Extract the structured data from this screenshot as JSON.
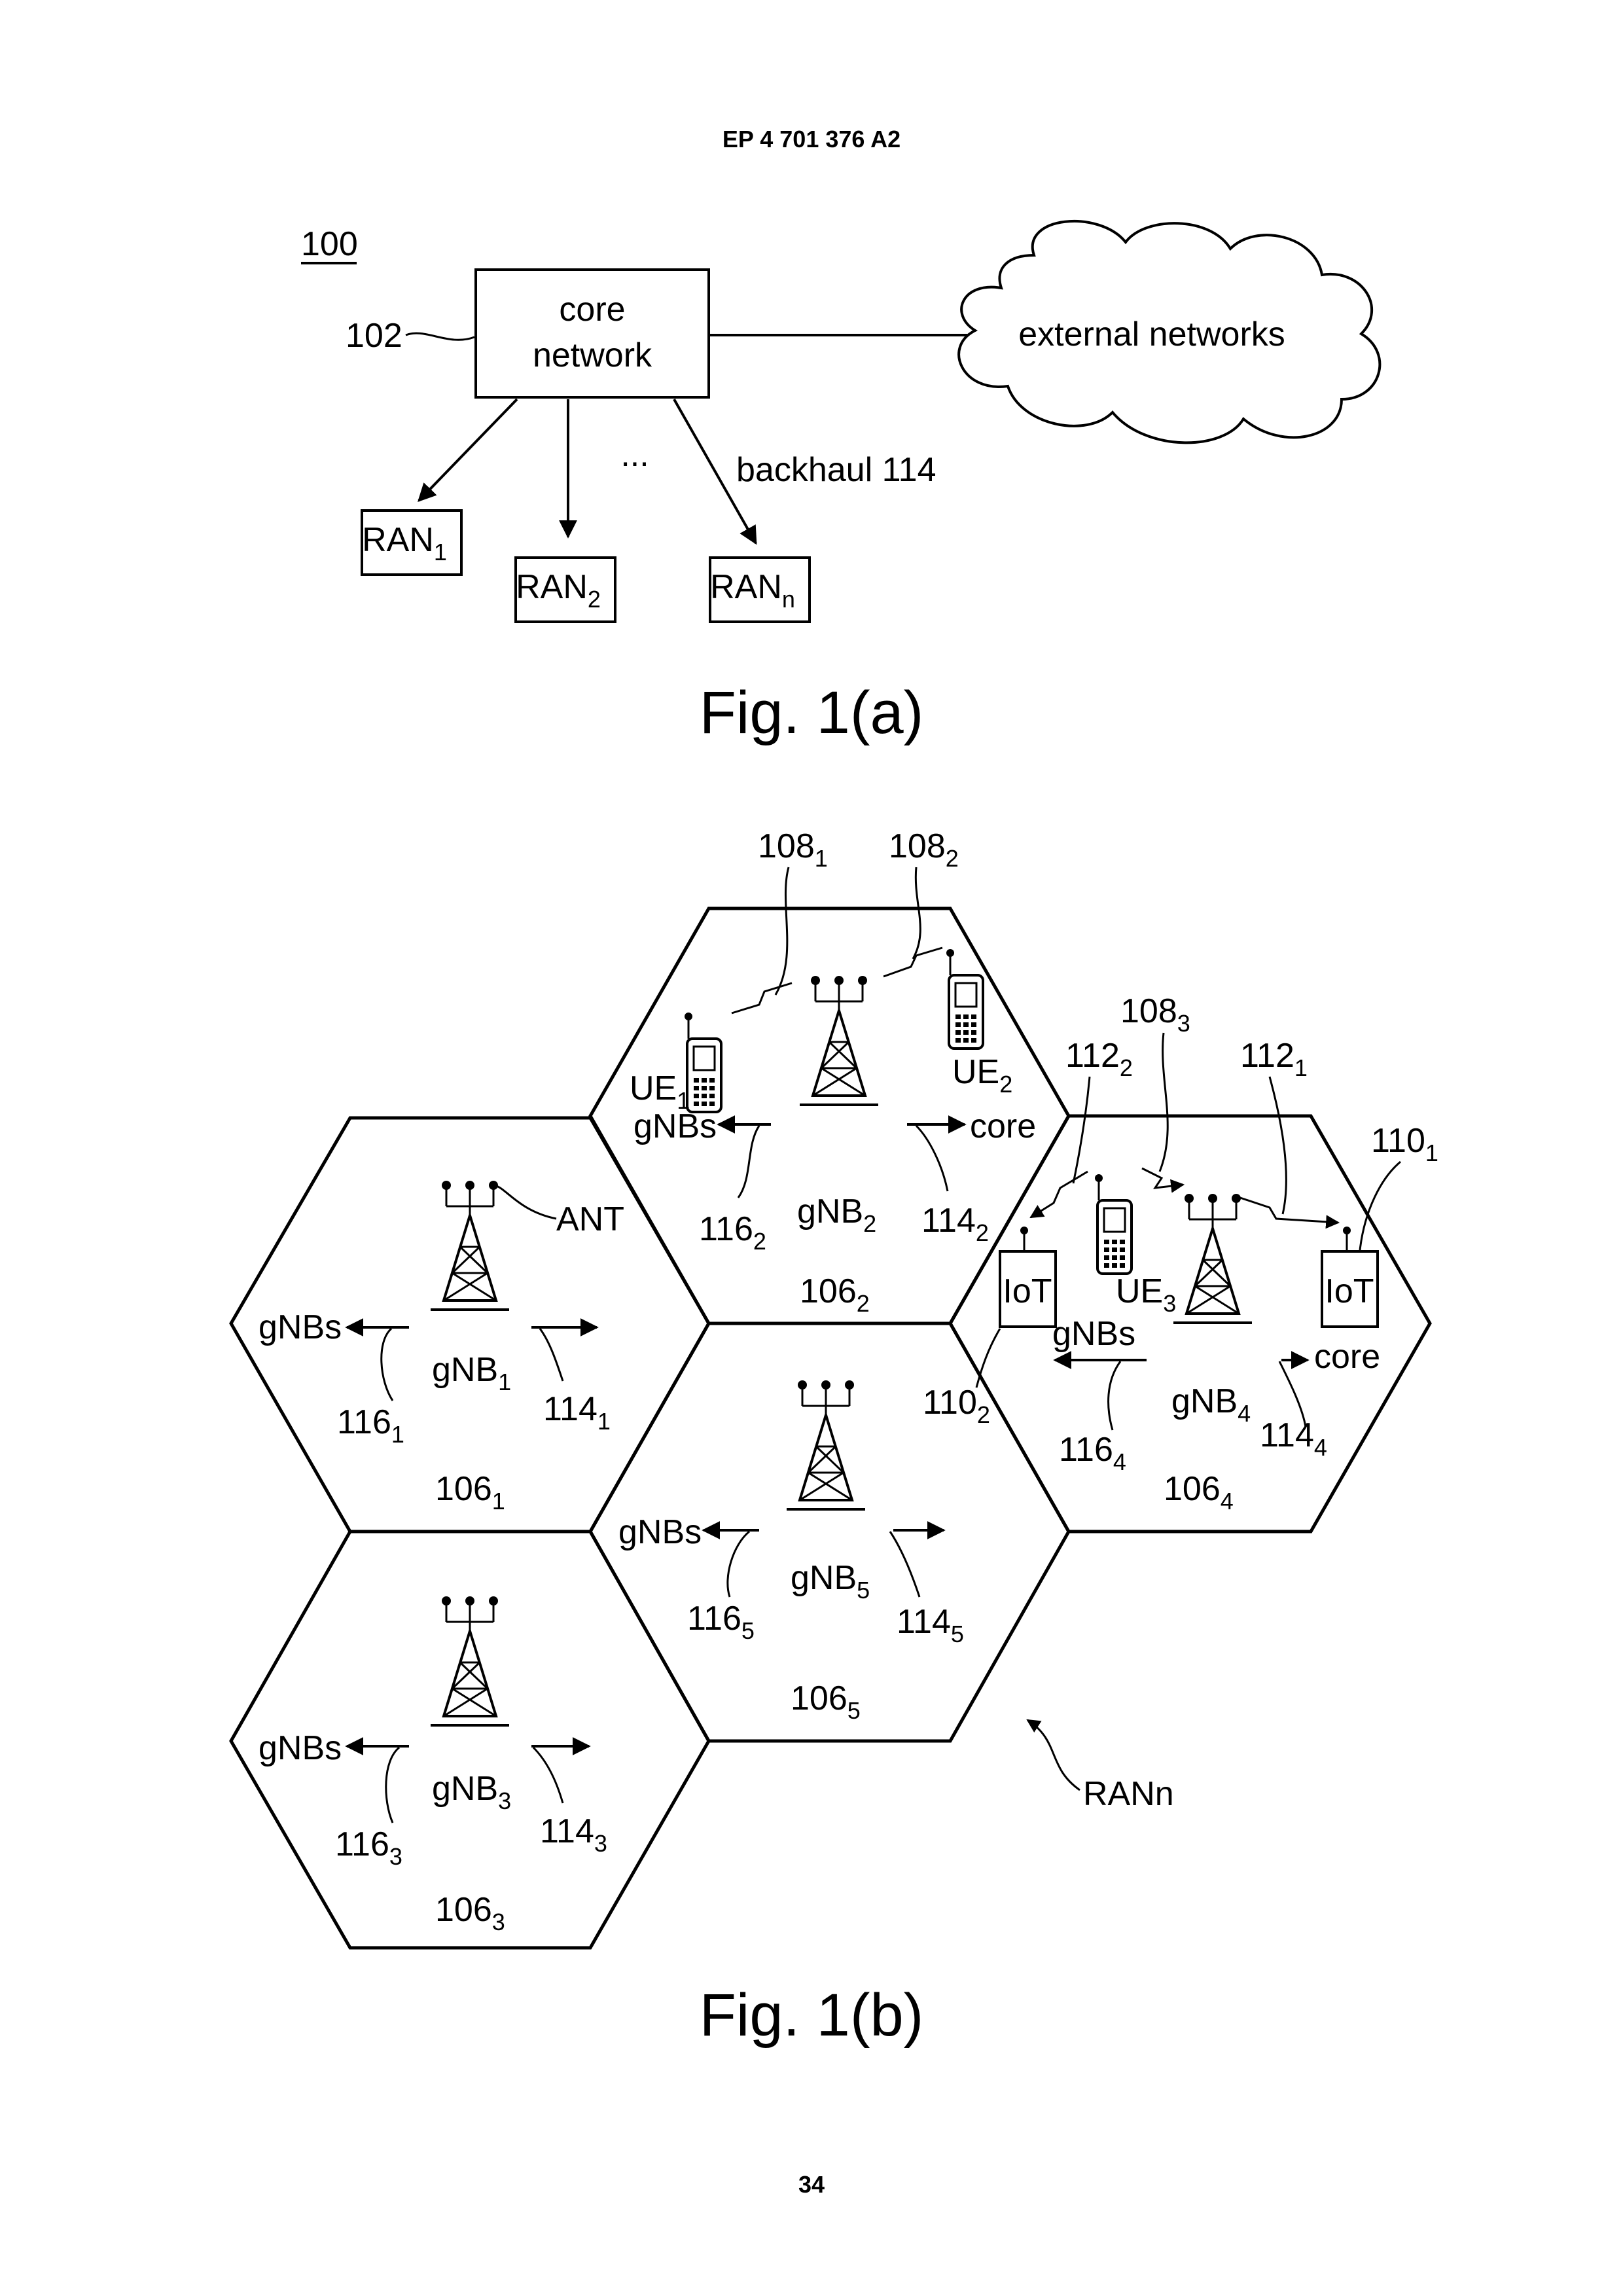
{
  "header": {
    "publication": "EP 4 701 376 A2"
  },
  "fig1a": {
    "system_ref": "100",
    "core_ref": "102",
    "core_line1": "core",
    "core_line2": "network",
    "external": "external networks",
    "dots": "...",
    "backhaul": "backhaul 114",
    "ran": [
      {
        "base": "RAN",
        "sub": "1"
      },
      {
        "base": "RAN",
        "sub": "2"
      },
      {
        "base": "RAN",
        "sub": "n"
      }
    ],
    "caption": "Fig. 1(a)"
  },
  "fig1b": {
    "refs": {
      "r108_1": {
        "base": "108",
        "sub": "1"
      },
      "r108_2": {
        "base": "108",
        "sub": "2"
      },
      "r108_3": {
        "base": "108",
        "sub": "3"
      },
      "r112_2": {
        "base": "112",
        "sub": "2"
      },
      "r112_1": {
        "base": "112",
        "sub": "1"
      },
      "r110_1": {
        "base": "110",
        "sub": "1"
      },
      "r110_2": {
        "base": "110",
        "sub": "2"
      }
    },
    "ue": [
      {
        "base": "UE",
        "sub": "1"
      },
      {
        "base": "UE",
        "sub": "2"
      },
      {
        "base": "UE",
        "sub": "3"
      }
    ],
    "iot": "IoT",
    "ant": "ANT",
    "gnbs": "gNBs",
    "core": "core",
    "gnb": [
      {
        "base": "gNB",
        "sub": "1"
      },
      {
        "base": "gNB",
        "sub": "2"
      },
      {
        "base": "gNB",
        "sub": "3"
      },
      {
        "base": "gNB",
        "sub": "4"
      },
      {
        "base": "gNB",
        "sub": "5"
      }
    ],
    "r116": [
      {
        "base": "116",
        "sub": "1"
      },
      {
        "base": "116",
        "sub": "2"
      },
      {
        "base": "116",
        "sub": "3"
      },
      {
        "base": "116",
        "sub": "4"
      },
      {
        "base": "116",
        "sub": "5"
      }
    ],
    "r114": [
      {
        "base": "114",
        "sub": "1"
      },
      {
        "base": "114",
        "sub": "2"
      },
      {
        "base": "114",
        "sub": "3"
      },
      {
        "base": "114",
        "sub": "4"
      },
      {
        "base": "114",
        "sub": "5"
      }
    ],
    "cells": [
      {
        "base": "106",
        "sub": "1"
      },
      {
        "base": "106",
        "sub": "2"
      },
      {
        "base": "106",
        "sub": "3"
      },
      {
        "base": "106",
        "sub": "4"
      },
      {
        "base": "106",
        "sub": "5"
      }
    ],
    "ran_ref": "RANn",
    "caption": "Fig. 1(b)"
  },
  "footer": {
    "page_number": "34"
  }
}
